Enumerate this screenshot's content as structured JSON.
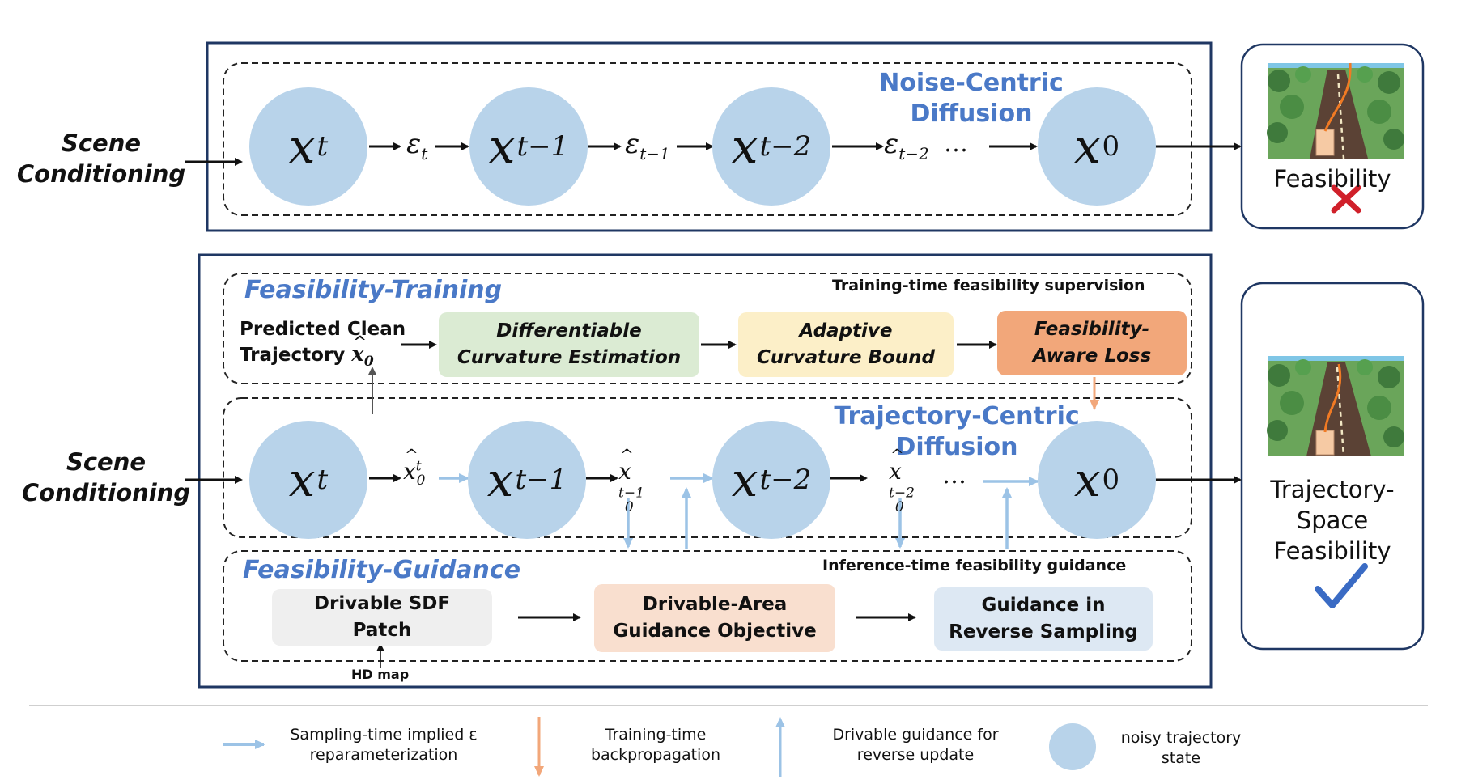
{
  "top": {
    "scene": [
      "Scene",
      "Conditioning"
    ],
    "title": [
      "Noise-Centric",
      "Diffusion"
    ],
    "nodes": [
      {
        "base": "x",
        "sub": "t"
      },
      {
        "base": "x",
        "sub": "t−1"
      },
      {
        "base": "x",
        "sub": "t−2"
      },
      {
        "base": "x",
        "sub": "0"
      }
    ],
    "eps": [
      {
        "base": "ε",
        "sub": "t"
      },
      {
        "base": "ε",
        "sub": "t−1"
      },
      {
        "base": "ε",
        "sub": "t−2"
      }
    ],
    "dots": "…",
    "result": "Feasibility"
  },
  "bottom": {
    "scene": [
      "Scene",
      "Conditioning"
    ],
    "training": {
      "title": "Feasibility-Training",
      "note": "Training-time feasibility supervision",
      "input": [
        "Predicted Clean",
        "Trajectory"
      ],
      "input_sym": {
        "base": "x",
        "sub": "0"
      },
      "boxes": [
        {
          "lines": [
            "Differentiable",
            "Curvature Estimation"
          ],
          "color": "#dbebd3"
        },
        {
          "lines": [
            "Adaptive",
            "Curvature Bound"
          ],
          "color": "#fcefc8"
        },
        {
          "lines": [
            "Feasibility-",
            "Aware Loss"
          ],
          "color": "#f2a77a"
        }
      ]
    },
    "diffusion": {
      "title": [
        "Trajectory-Centric",
        "Diffusion"
      ],
      "nodes": [
        {
          "base": "x",
          "sub": "t"
        },
        {
          "base": "x",
          "sub": "t−1"
        },
        {
          "base": "x",
          "sub": "t−2"
        },
        {
          "base": "x",
          "sub": "0"
        }
      ],
      "hats": [
        {
          "base": "x",
          "sup": "t",
          "sub": "0"
        },
        {
          "base": "x",
          "sup": "t−1",
          "sub": "0"
        },
        {
          "base": "x",
          "sup": "t−2",
          "sub": "0"
        }
      ],
      "dots": "…"
    },
    "guidance": {
      "title": "Feasibility-Guidance",
      "note": "Inference-time feasibility guidance",
      "boxes": [
        {
          "lines": [
            "Drivable SDF",
            "Patch"
          ],
          "color": "#efefef"
        },
        {
          "lines": [
            "Drivable-Area",
            "Guidance Objective"
          ],
          "color": "#f9dfcf"
        },
        {
          "lines": [
            "Guidance in",
            "Reverse Sampling"
          ],
          "color": "#dde8f3"
        }
      ],
      "hd_map": "HD map"
    },
    "result": [
      "Trajectory-",
      "Space",
      "Feasibility"
    ]
  },
  "legend": [
    {
      "label": [
        "Sampling-time implied ε",
        "reparameterization"
      ]
    },
    {
      "label": [
        "Training-time",
        "backpropagation"
      ]
    },
    {
      "label": [
        "Drivable guidance for",
        "reverse update"
      ]
    },
    {
      "label": [
        "noisy trajectory",
        "state"
      ]
    }
  ],
  "colors": {
    "frame": "#1f3763",
    "node": "#b8d3ea",
    "title_blue": "#4a79c7",
    "light_arrow": "#9cc3e6",
    "orange_arrow": "#f2a77a",
    "fail": "#d0202a",
    "pass": "#3a6bc4"
  },
  "icons": [
    "road-scene-icon",
    "cross-icon",
    "check-icon"
  ]
}
